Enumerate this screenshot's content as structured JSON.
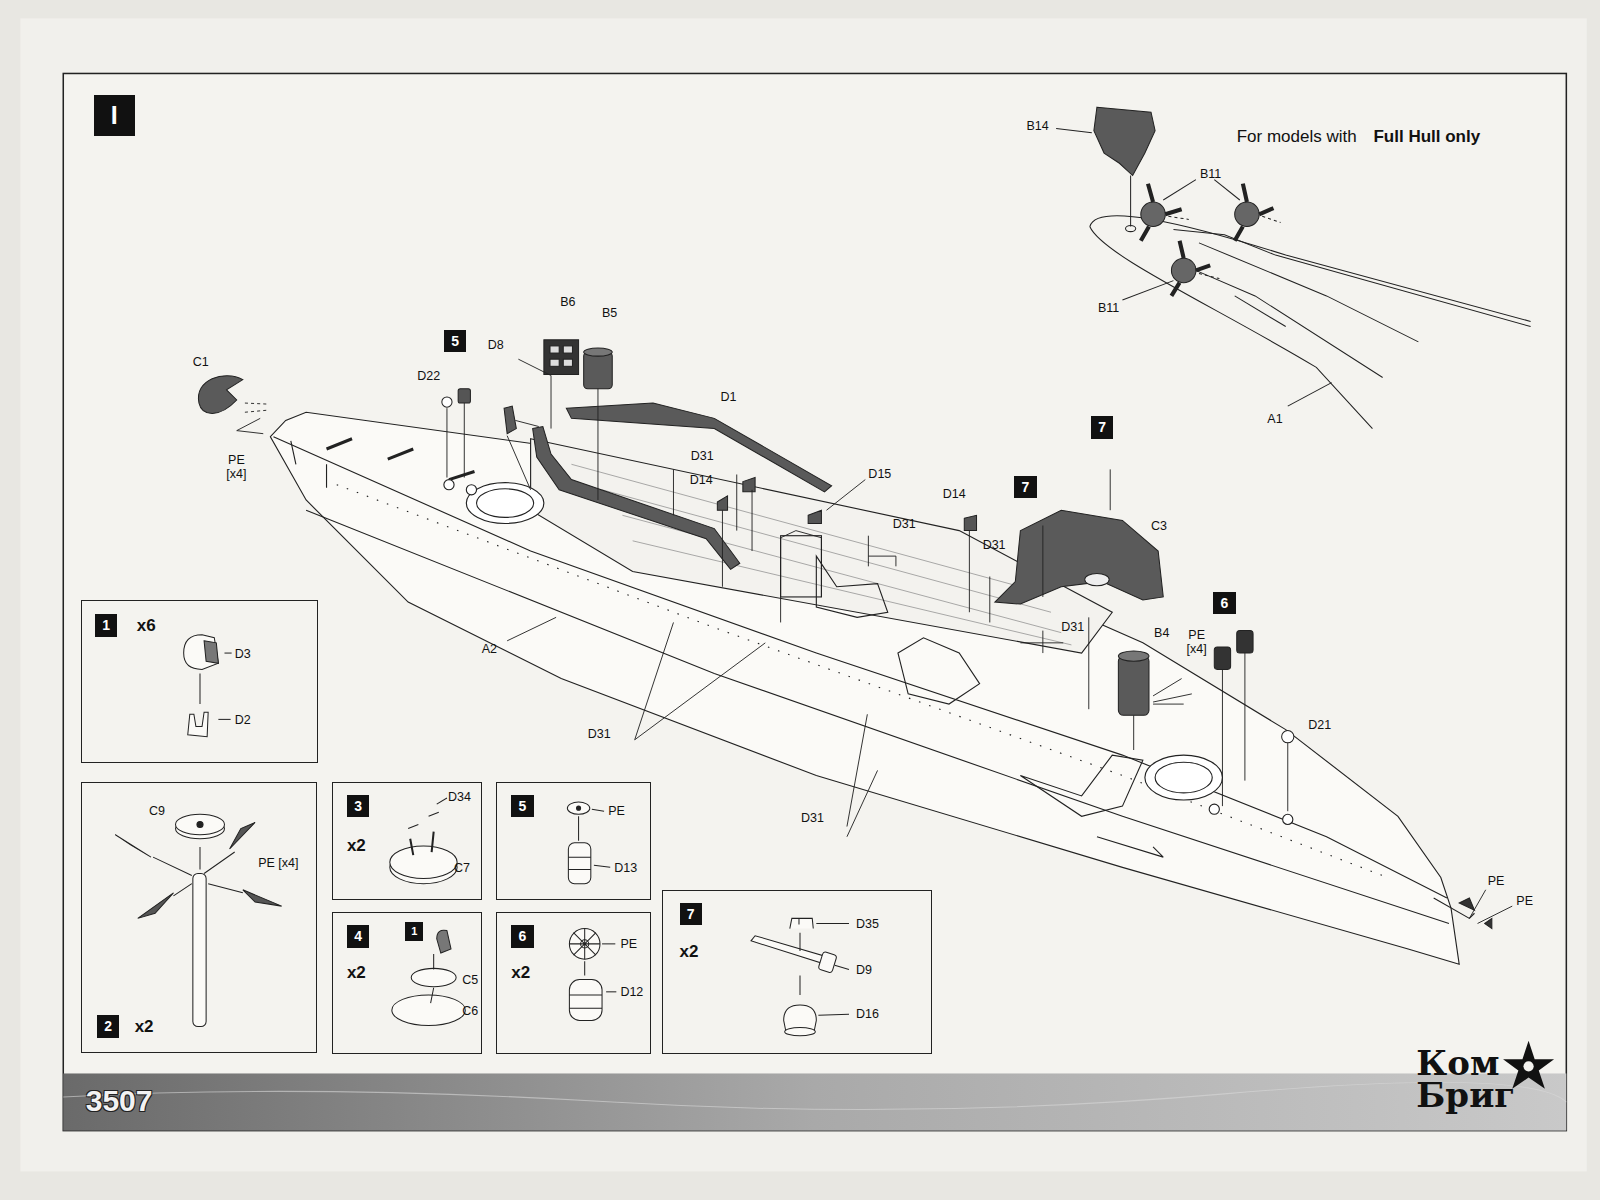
{
  "diagram": {
    "nodes": [
      {
        "text": [
          "1",
          "x6",
          "D3",
          "D2"
        ]
      },
      {
        "text": [
          "C9",
          "PE [x4]",
          "2",
          "x2"
        ]
      },
      {
        "text": [
          "3",
          "x2",
          "D34",
          "C7"
        ]
      },
      {
        "text": [
          "4",
          "x2",
          "1",
          "C5",
          "C6"
        ]
      },
      {
        "text": [
          "5",
          "PE",
          "D13"
        ]
      },
      {
        "text": [
          "6",
          "x2",
          "PE",
          "D12"
        ]
      },
      {
        "text": [
          "7",
          "x2",
          "D35",
          "D9",
          "D16"
        ]
      }
    ],
    "labels": [
      "I",
      "For models with",
      "Full Hull only",
      "B14",
      "B11",
      "B11",
      "A1",
      "C1",
      "PE [x4]",
      "5",
      "D22",
      "D8",
      "B6",
      "B5",
      "D1",
      "D31",
      "D14",
      "D15",
      "D31",
      "D14",
      "7",
      "7",
      "C3",
      "D31",
      "D31",
      "6",
      "B4",
      "PE [x4]",
      "D21",
      "A2",
      "D31",
      "D31",
      "PE",
      "PE",
      "3507",
      "Ком Бриг"
    ]
  }
}
